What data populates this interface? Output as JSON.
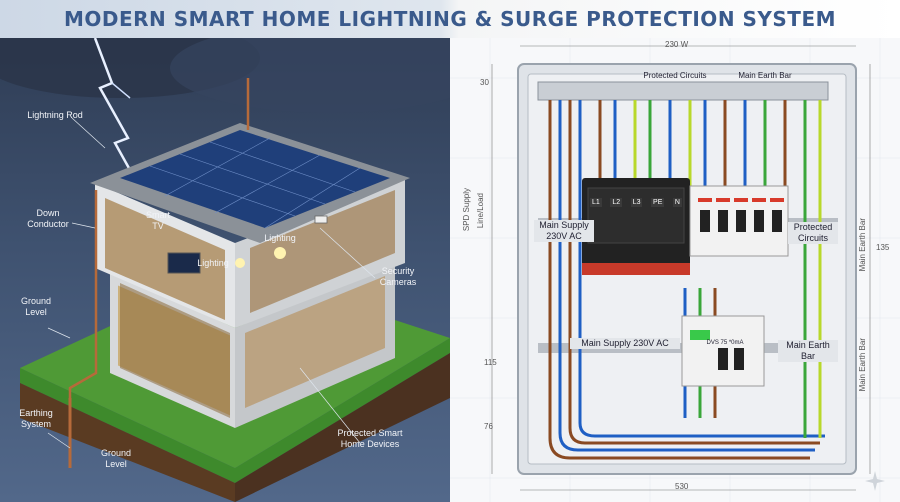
{
  "title": "MODERN SMART HOME LIGHTNING & SURGE PROTECTION SYSTEM",
  "house_labels": {
    "lightning_rod": "Lightning Rod",
    "down_conductor": "Down\nConductor",
    "smart_tv": "Smart\nTV",
    "lighting_1": "Lighting",
    "lighting_2": "Lighting",
    "security_cameras": "Security\nCameras",
    "ground_level_1": "Ground\nLevel",
    "earthing_system": "Earthing\nSystem",
    "ground_level_2": "Ground\nLevel",
    "protected_devices": "Protected Smart\nHome Devices"
  },
  "panel_labels": {
    "top_dim": "230 W",
    "protected_circuits_top": "Protected Circuits",
    "main_earth_bar_top": "Main Earth Bar",
    "main_supply_spd": "Main Supply\n230V AC",
    "protected_circuits": "Protected\nCircuits",
    "main_supply_bottom": "Main Supply 230V AC",
    "main_earth_bar_bottom": "Main Earth\nBar",
    "spd_supply": "SPD Supply",
    "line_load": "Line/Load",
    "main_earth_bar_side1": "Main Earth Bar",
    "main_earth_bar_side2": "Main Earth Bar",
    "dim_135": "135",
    "dim_115": "115",
    "dim_76": "76",
    "dim_30": "30",
    "dim_530": "530",
    "rcd_text": "DVS 75 *0mA"
  },
  "spd_modules": [
    "L1",
    "L2",
    "L3",
    "PE",
    "N"
  ],
  "colors": {
    "title": "#3a5a8c",
    "brown": "#8a4a22",
    "blue": "#1f5fc4",
    "green": "#3aa63a",
    "yellowgreen": "#b8d82a",
    "spd": "#222222",
    "breaker_red": "#d83a2a"
  }
}
